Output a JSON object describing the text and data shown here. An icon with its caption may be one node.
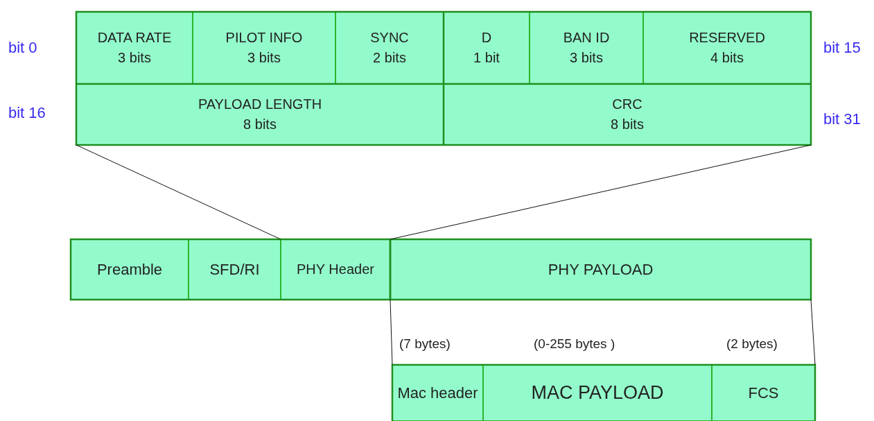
{
  "diagram": {
    "nodes": [
      {
        "text": [
          "DATA RATE",
          "3 bits"
        ]
      },
      {
        "text": [
          "PILOT INFO",
          "3 bits"
        ]
      },
      {
        "text": [
          "SYNC",
          "2 bits"
        ]
      },
      {
        "text": [
          "D",
          "1 bit"
        ]
      },
      {
        "text": [
          "BAN ID",
          "3 bits"
        ]
      },
      {
        "text": [
          "RESERVED",
          "4 bits"
        ]
      },
      {
        "text": [
          "PAYLOAD LENGTH",
          "8 bits"
        ]
      },
      {
        "text": [
          "CRC",
          "8 bits"
        ]
      },
      {
        "text": [
          "Preamble"
        ]
      },
      {
        "text": [
          "SFD/RI"
        ]
      },
      {
        "text": [
          "PHY Header"
        ]
      },
      {
        "text": [
          "PHY PAYLOAD"
        ]
      },
      {
        "text": [
          "Mac header"
        ],
        "beside": [
          "(7 bytes)"
        ]
      },
      {
        "text": [
          "MAC PAYLOAD"
        ],
        "beside": [
          "(0-255 bytes )"
        ]
      },
      {
        "text": [
          "FCS"
        ],
        "beside": [
          "(2 bytes)"
        ]
      }
    ],
    "edges": [
      {
        "from": 6,
        "to": 10,
        "arrow": "none"
      },
      {
        "from": 7,
        "to": 11,
        "arrow": "none"
      },
      {
        "from": 11,
        "to": 12,
        "arrow": "none"
      },
      {
        "from": 11,
        "to": 14,
        "arrow": "none"
      }
    ],
    "labels": [
      "bit 0",
      "bit 15",
      "bit 16",
      "bit 31"
    ]
  }
}
